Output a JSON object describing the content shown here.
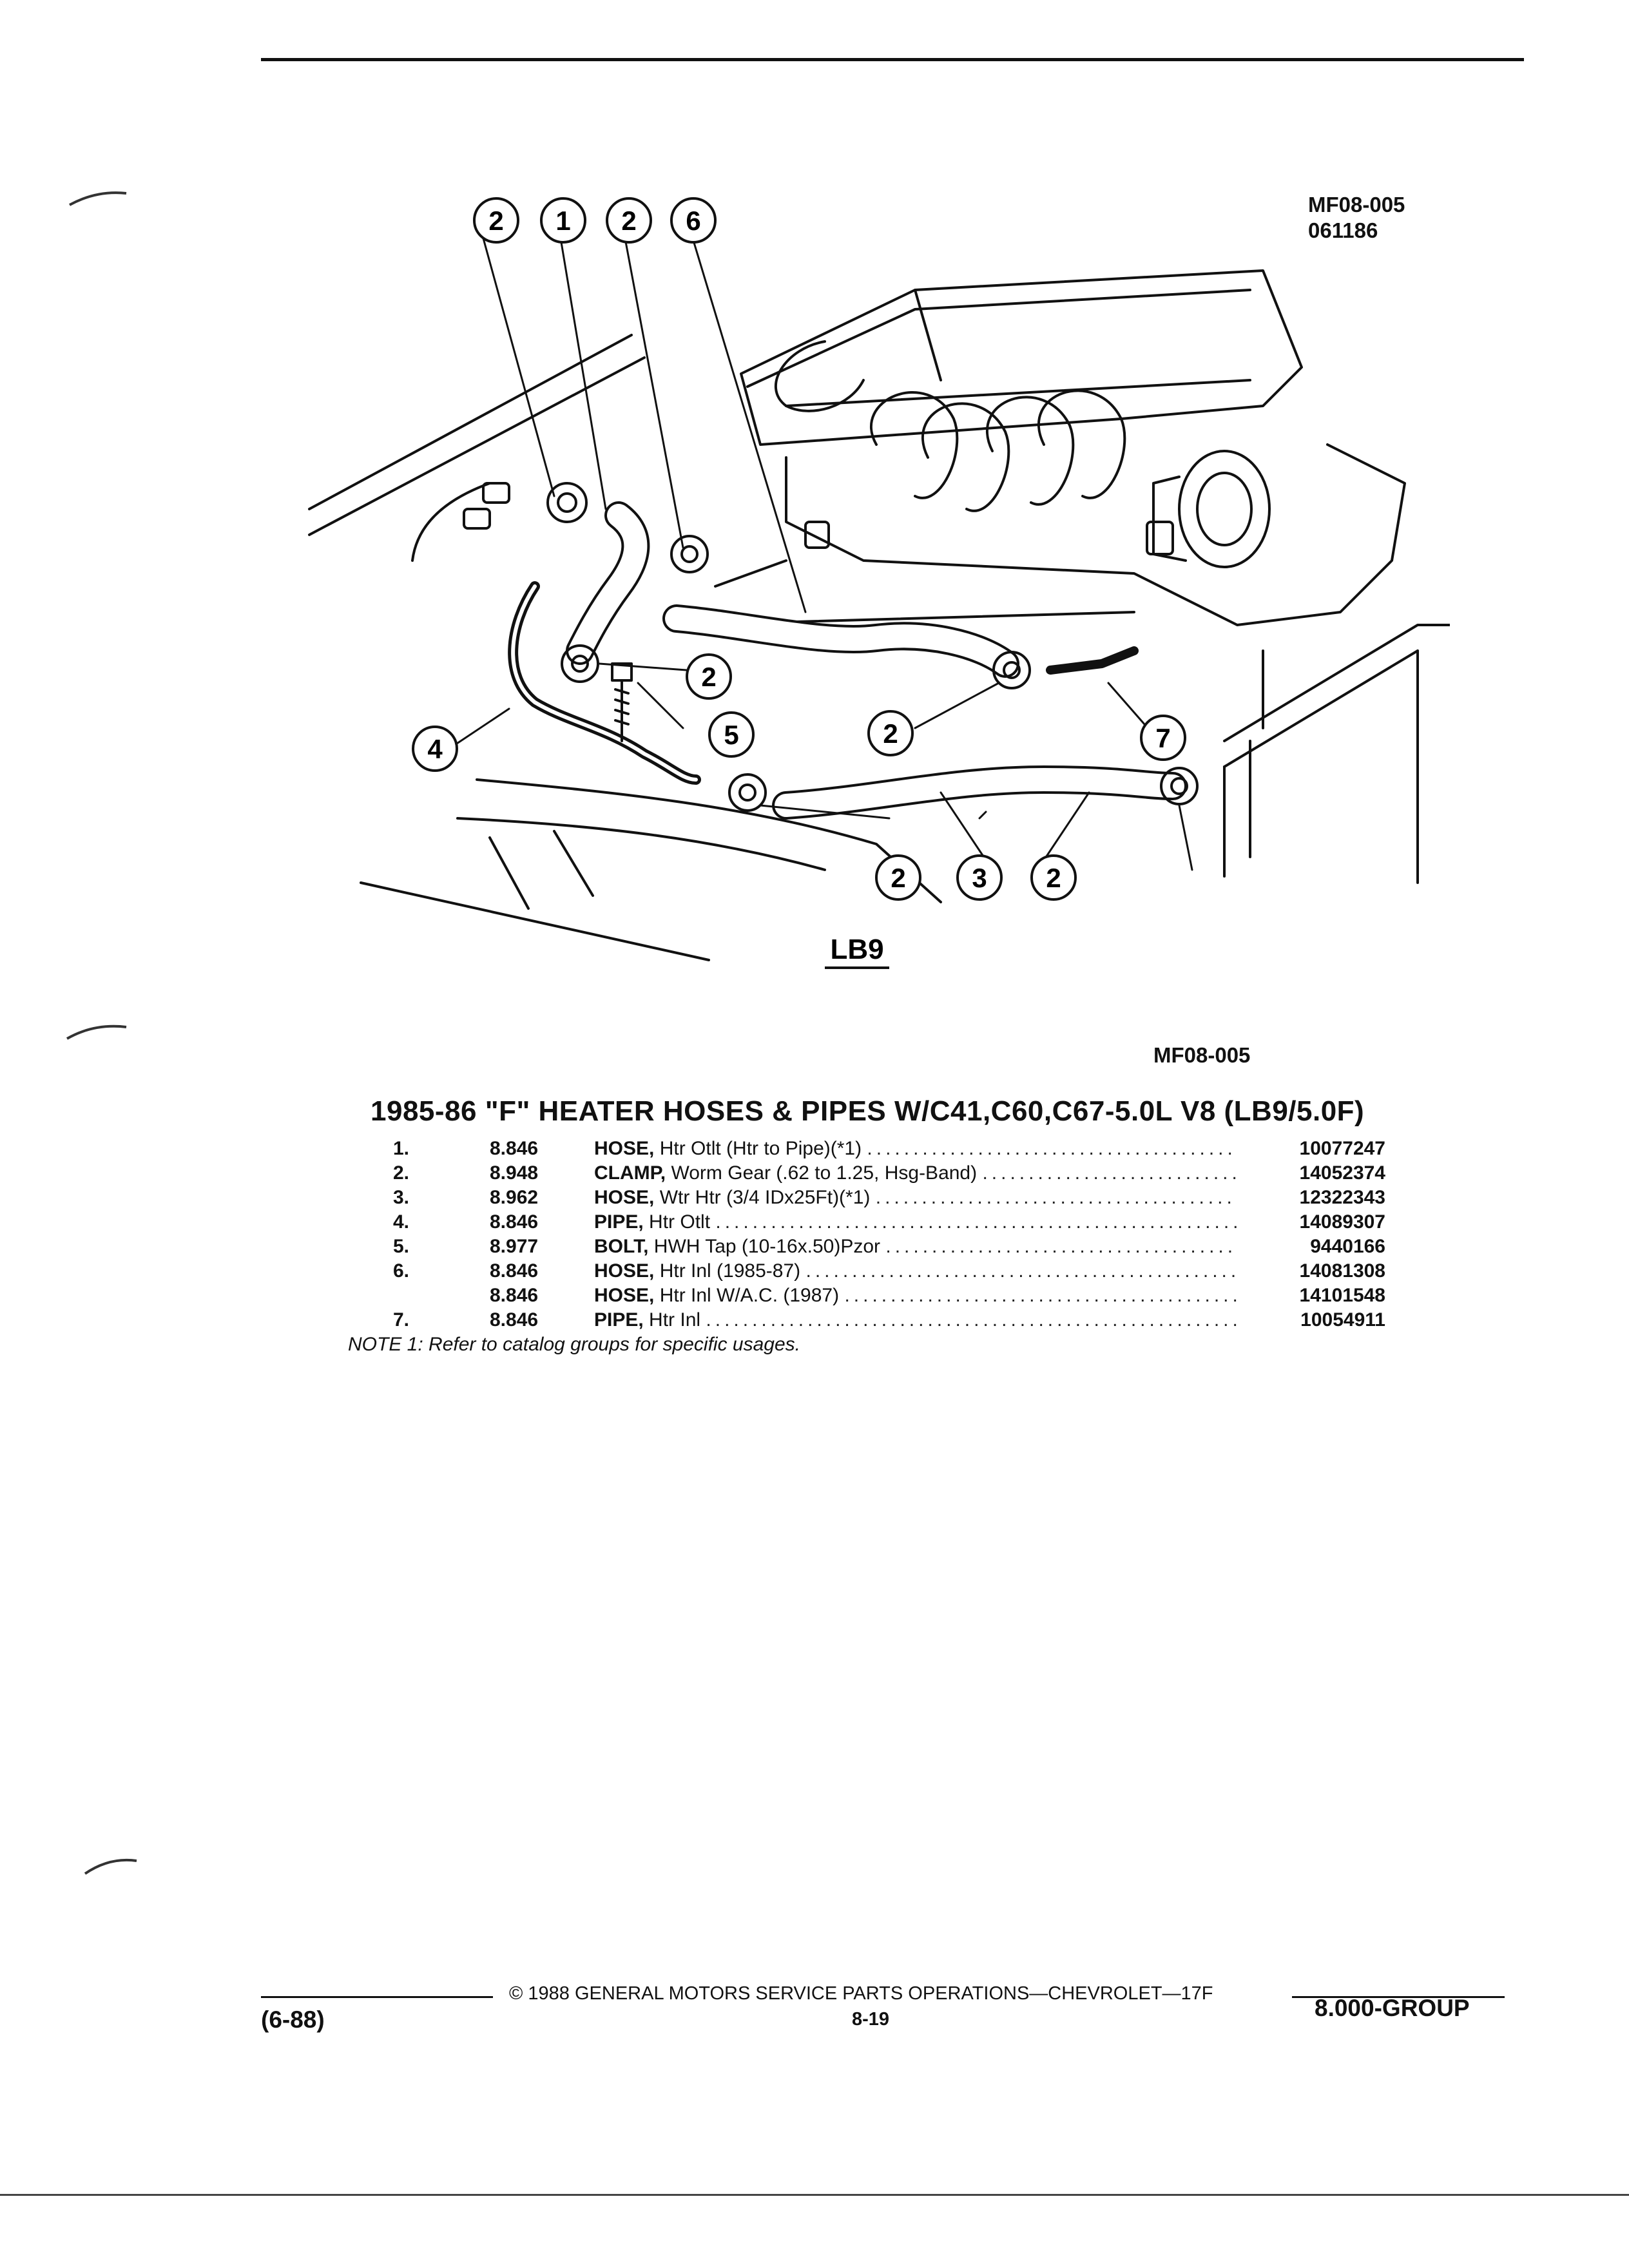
{
  "diagram": {
    "id": "MF08-005",
    "date_code": "061186",
    "engine_label": "LB9",
    "callouts": [
      "1",
      "2",
      "3",
      "4",
      "5",
      "6",
      "7"
    ]
  },
  "caption_id": "MF08-005",
  "title": "1985-86 \"F\" HEATER HOSES & PIPES W/C41,C60,C67-5.0L V8 (LB9/5.0F)",
  "parts": [
    {
      "no": "1.",
      "group": "8.846",
      "name": "HOSE,",
      "desc": "Htr Otlt (Htr to Pipe)(*1)",
      "part": "10077247"
    },
    {
      "no": "2.",
      "group": "8.948",
      "name": "CLAMP,",
      "desc": "Worm Gear (.62 to 1.25, Hsg-Band)",
      "part": "14052374"
    },
    {
      "no": "3.",
      "group": "8.962",
      "name": "HOSE,",
      "desc": "Wtr Htr (3/4 IDx25Ft)(*1)",
      "part": "12322343"
    },
    {
      "no": "4.",
      "group": "8.846",
      "name": "PIPE,",
      "desc": "Htr Otlt",
      "part": "14089307"
    },
    {
      "no": "5.",
      "group": "8.977",
      "name": "BOLT,",
      "desc": "HWH Tap (10-16x.50)Pzor",
      "part": "9440166"
    },
    {
      "no": "6.",
      "group": "8.846",
      "name": "HOSE,",
      "desc": "Htr Inl (1985-87)",
      "part": "14081308"
    },
    {
      "no": "",
      "group": "8.846",
      "name": "HOSE,",
      "desc": "Htr Inl W/A.C. (1987)",
      "part": "14101548"
    },
    {
      "no": "7.",
      "group": "8.846",
      "name": "PIPE,",
      "desc": "Htr Inl",
      "part": "10054911"
    }
  ],
  "note": "NOTE 1: Refer to catalog groups for specific usages.",
  "footer": {
    "copyright": "© 1988 GENERAL MOTORS SERVICE PARTS OPERATIONS—CHEVROLET—17F",
    "page": "8-19",
    "date": "(6-88)",
    "group": "8.000-GROUP"
  }
}
